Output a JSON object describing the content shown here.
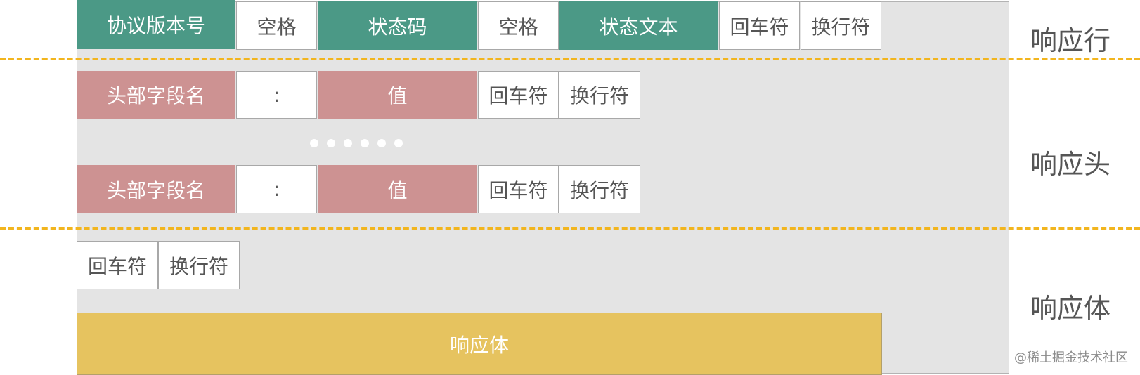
{
  "status_line": {
    "label": "响应行",
    "cells": [
      "协议版本号",
      "空格",
      "状态码",
      "空格",
      "状态文本",
      "回车符",
      "换行符"
    ]
  },
  "header_lines": {
    "label": "响应头",
    "rows": [
      [
        "头部字段名",
        ":",
        "值",
        "回车符",
        "换行符"
      ],
      [
        "头部字段名",
        ":",
        "值",
        "回车符",
        "换行符"
      ]
    ]
  },
  "body_section": {
    "label": "响应体",
    "cells": [
      "回车符",
      "换行符"
    ],
    "body_box": "响应体"
  },
  "watermark": "@稀土掘金技术社区",
  "colors": {
    "green": "#4b9986",
    "rose": "#cd9292",
    "gold": "#e6c35f",
    "divider": "#f2b51e",
    "panel": "#e4e4e4"
  }
}
